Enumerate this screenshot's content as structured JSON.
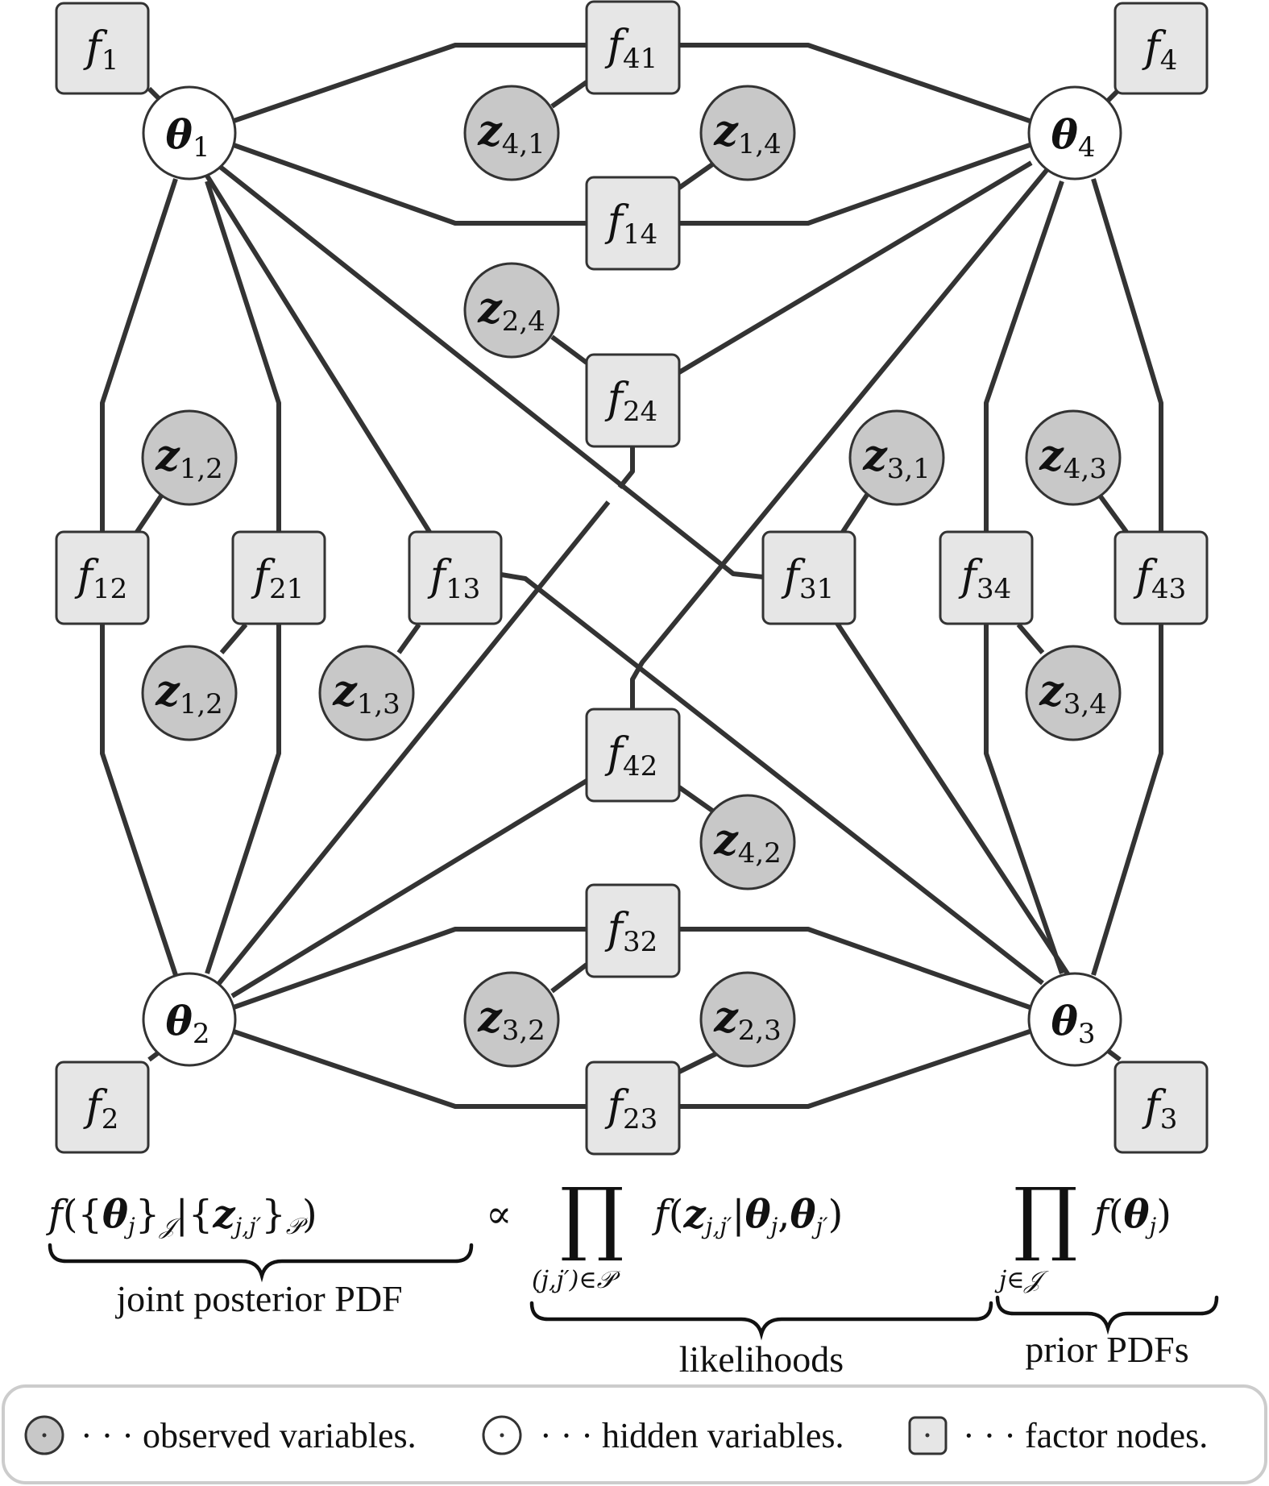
{
  "nodes": {
    "theta1": {
      "base": "θ",
      "sub": "1"
    },
    "theta2": {
      "base": "θ",
      "sub": "2"
    },
    "theta3": {
      "base": "θ",
      "sub": "3"
    },
    "theta4": {
      "base": "θ",
      "sub": "4"
    }
  },
  "factors": {
    "f1": {
      "base": "f",
      "sub": "1"
    },
    "f2": {
      "base": "f",
      "sub": "2"
    },
    "f3": {
      "base": "f",
      "sub": "3"
    },
    "f4": {
      "base": "f",
      "sub": "4"
    },
    "f41": {
      "base": "f",
      "sub": "41"
    },
    "f14": {
      "base": "f",
      "sub": "14"
    },
    "f24": {
      "base": "f",
      "sub": "24"
    },
    "f12": {
      "base": "f",
      "sub": "12"
    },
    "f21": {
      "base": "f",
      "sub": "21"
    },
    "f13": {
      "base": "f",
      "sub": "13"
    },
    "f31": {
      "base": "f",
      "sub": "31"
    },
    "f34": {
      "base": "f",
      "sub": "34"
    },
    "f43": {
      "base": "f",
      "sub": "43"
    },
    "f42": {
      "base": "f",
      "sub": "42"
    },
    "f32": {
      "base": "f",
      "sub": "32"
    },
    "f23": {
      "base": "f",
      "sub": "23"
    }
  },
  "observed": {
    "z41": {
      "base": "z",
      "sub": "4,1"
    },
    "z14": {
      "base": "z",
      "sub": "1,4"
    },
    "z24": {
      "base": "z",
      "sub": "2,4"
    },
    "z12a": {
      "base": "z",
      "sub": "1,2"
    },
    "z12b": {
      "base": "z",
      "sub": "1,2"
    },
    "z13": {
      "base": "z",
      "sub": "1,3"
    },
    "z31": {
      "base": "z",
      "sub": "3,1"
    },
    "z43": {
      "base": "z",
      "sub": "4,3"
    },
    "z34": {
      "base": "z",
      "sub": "3,4"
    },
    "z42": {
      "base": "z",
      "sub": "4,2"
    },
    "z32": {
      "base": "z",
      "sub": "3,2"
    },
    "z23": {
      "base": "z",
      "sub": "2,3"
    }
  },
  "equation": {
    "posterior": {
      "f": "f",
      "open": "({",
      "theta": "θ",
      "j": "j",
      "close_set": "}",
      "J": "𝒥",
      "bar": "|{",
      "z": "z",
      "jj": "j,j′",
      "close_set2": "}",
      "P": "𝒫",
      "close": ")"
    },
    "proportional": "∝",
    "product_symbol": "∏",
    "likelihood": {
      "f": "f",
      "open": "(",
      "z": "z",
      "jj": "j,j′",
      "bar": "|",
      "theta": "θ",
      "j": "j",
      "comma": ",",
      "theta2": "θ",
      "jp": "j′",
      "close": ")"
    },
    "likelihood_index": "(j,j′)∈𝒫",
    "prior": {
      "f": "f",
      "open": "(",
      "theta": "θ",
      "j": "j",
      "close": ")"
    },
    "prior_index": "j∈𝒥"
  },
  "braces": {
    "posterior_label": "joint posterior PDF",
    "likelihood_label": "likelihoods",
    "prior_label": "prior PDFs"
  },
  "legend": {
    "observed": "· · · observed variables.",
    "hidden": "· · · hidden variables.",
    "factor": "· · · factor nodes."
  }
}
